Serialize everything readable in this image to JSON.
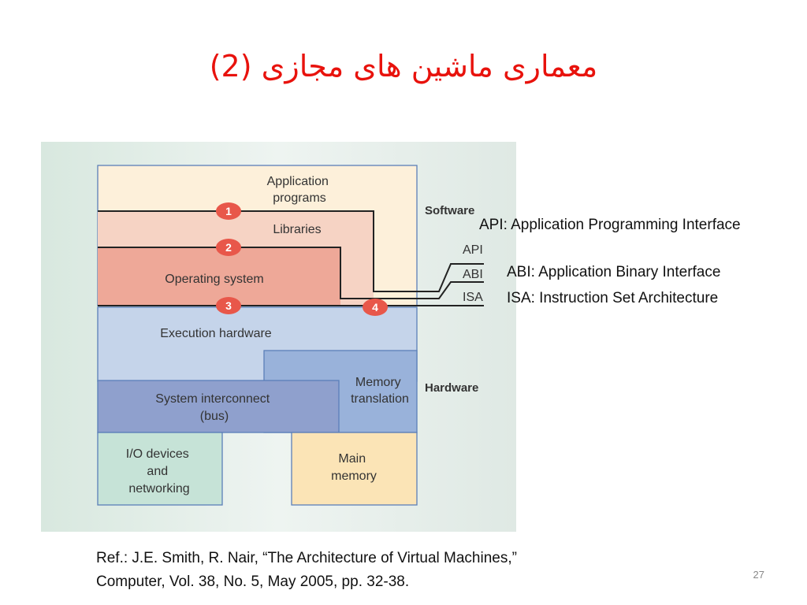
{
  "slide": {
    "title": "معماری ماشین های مجازی (2)",
    "page_number": "27"
  },
  "diagram": {
    "layers": {
      "application_programs": "Application programs",
      "libraries": "Libraries",
      "operating_system": "Operating system",
      "execution_hardware": "Execution hardware",
      "memory_translation": "Memory translation",
      "system_interconnect": "System interconnect (bus)",
      "io_devices": "I/O devices and networking",
      "main_memory": "Main memory"
    },
    "side_labels": {
      "software": "Software",
      "hardware": "Hardware",
      "api": "API",
      "abi": "ABI",
      "isa": "ISA"
    },
    "interface_markers": [
      "1",
      "2",
      "3",
      "4"
    ],
    "colors": {
      "app_fill": "#fdf0da",
      "lib_fill": "#f6d3c4",
      "os_fill": "#eea898",
      "exec_fill": "#c5d4ea",
      "mem_trans_fill": "#99b2da",
      "bus_fill": "#8fa0cd",
      "io_fill": "#c6e3d7",
      "main_mem_fill": "#fbe4b6",
      "marker_fill": "#e8574a",
      "border": "#5b7fb8",
      "figure_bg": "#e3eee9"
    }
  },
  "legend": {
    "api": "API: Application Programming Interface",
    "abi": "ABI: Application Binary Interface",
    "isa": "ISA: Instruction Set Architecture"
  },
  "reference": {
    "line1": "Ref.: J.E. Smith, R. Nair, “The Architecture of Virtual Machines,”",
    "line2": "Computer, Vol. 38, No. 5, May 2005, pp. 32-38."
  }
}
